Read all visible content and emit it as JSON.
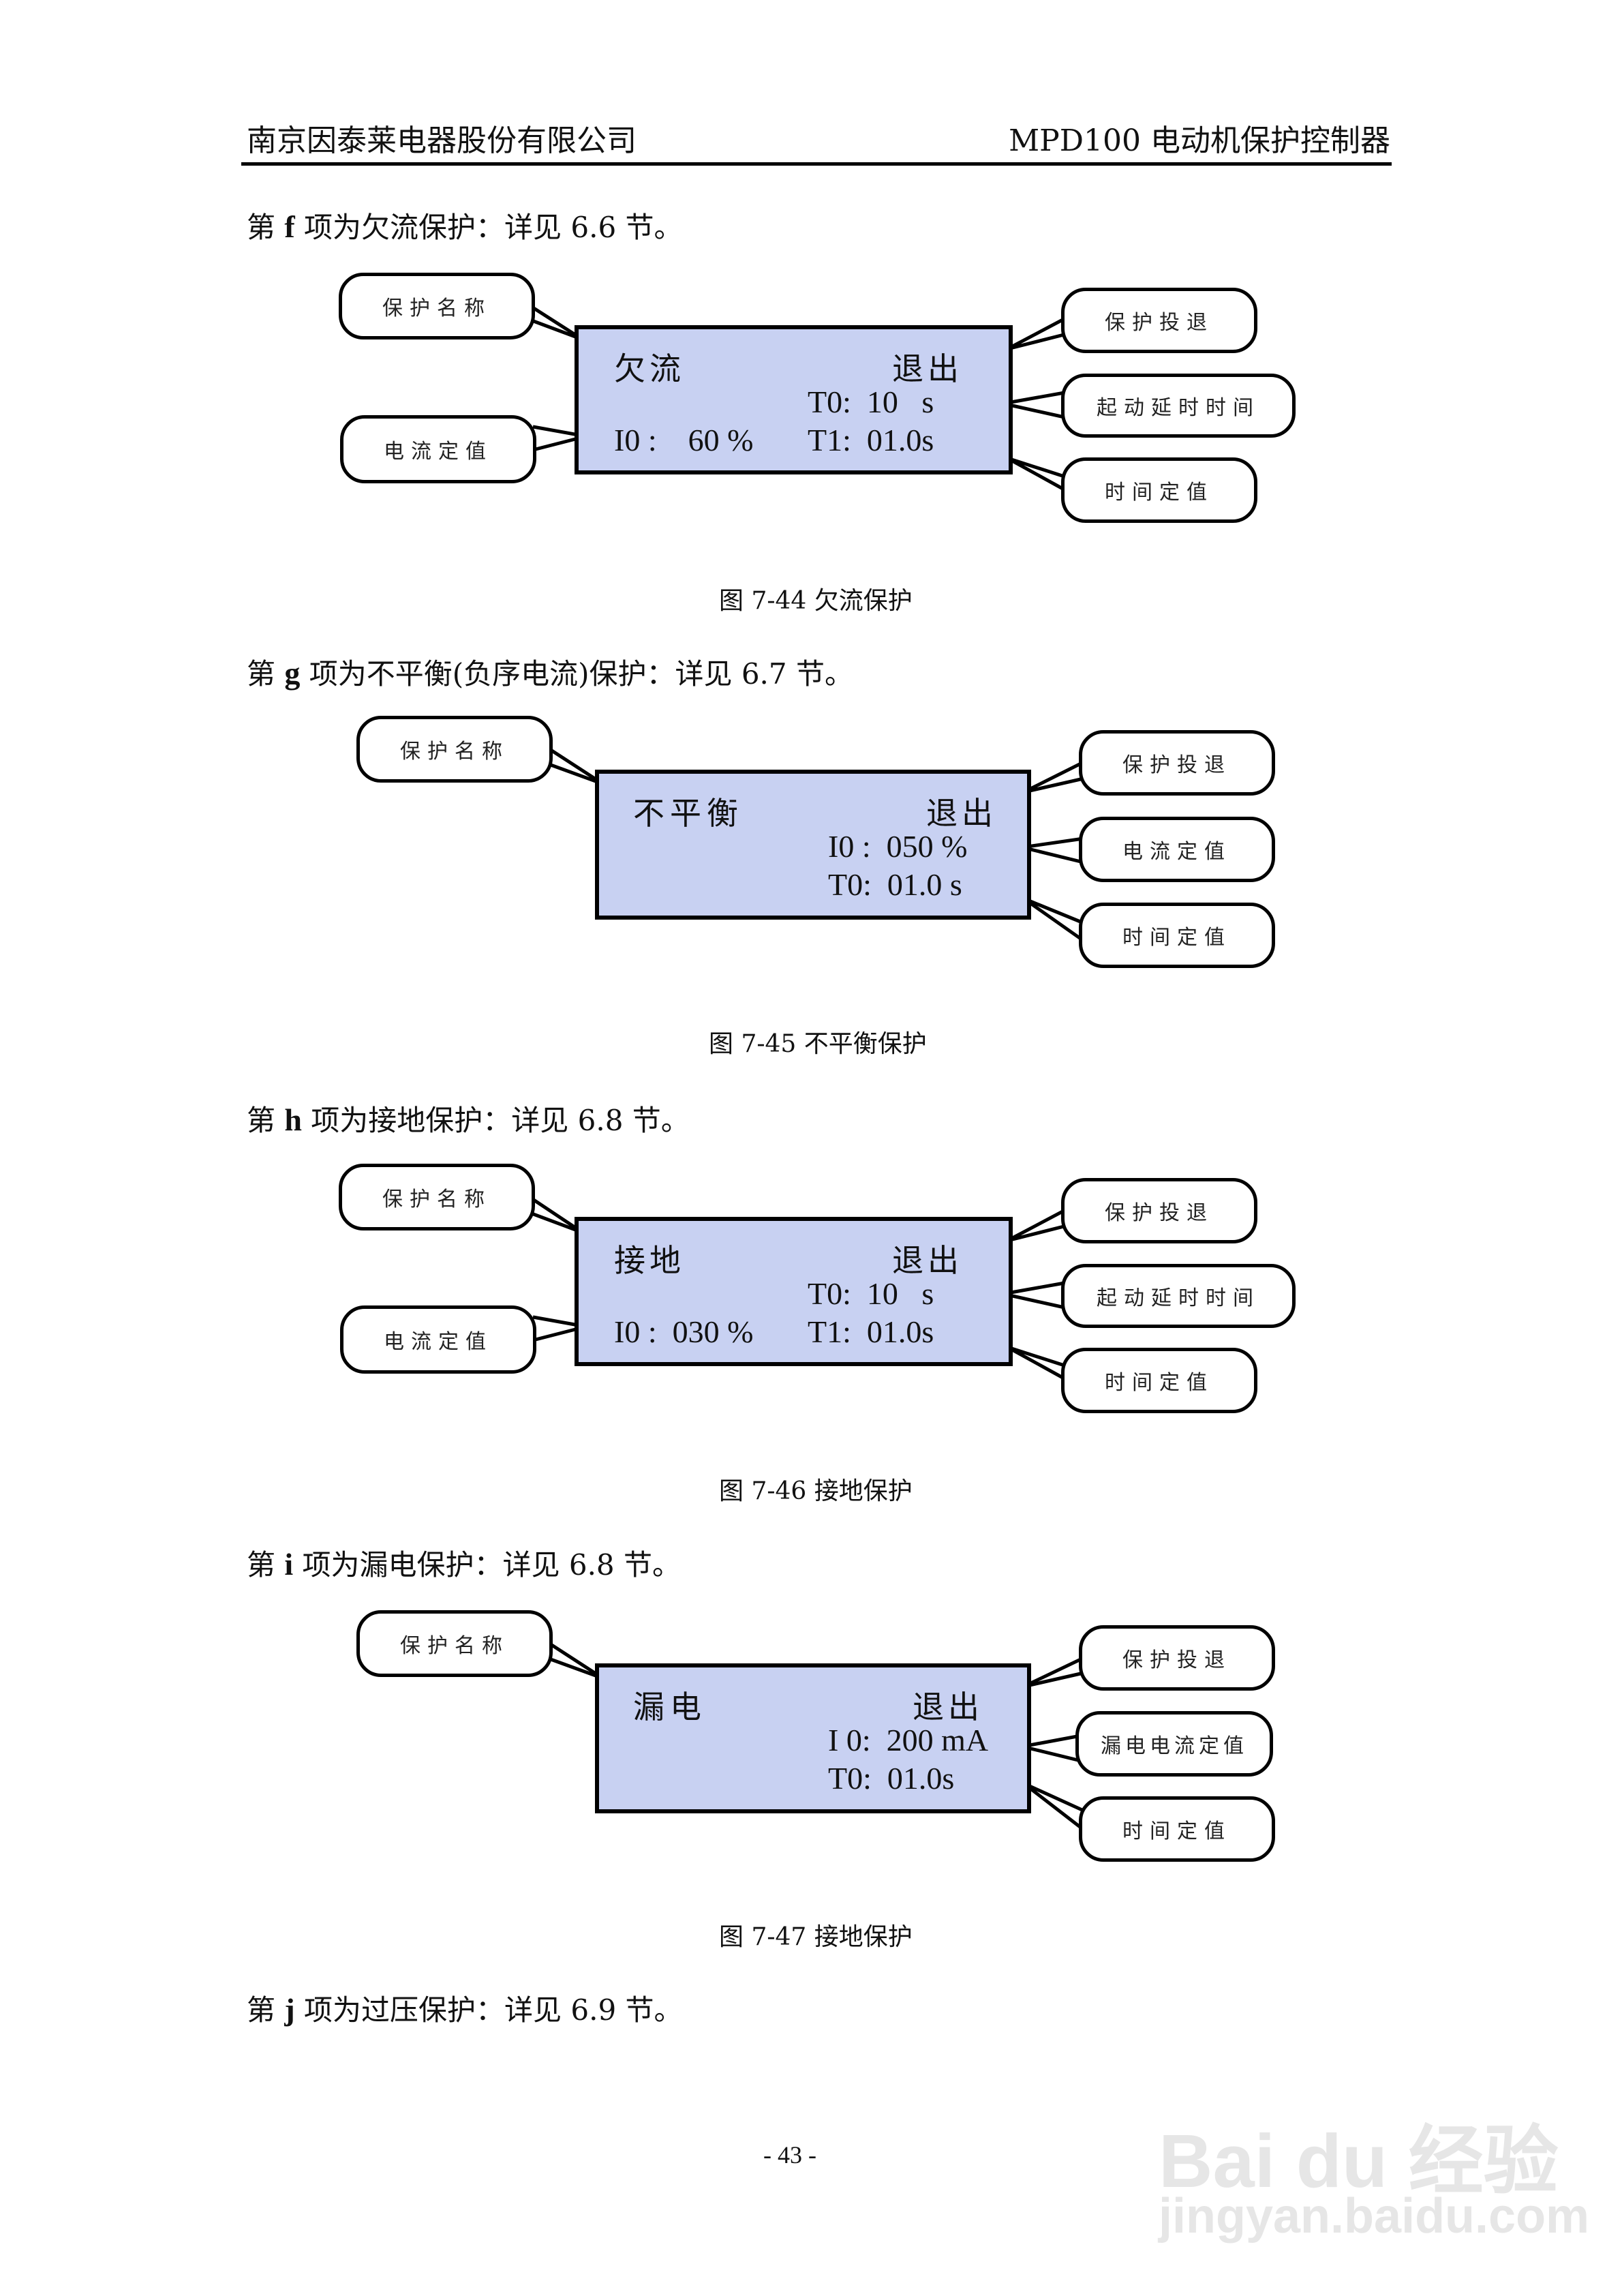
{
  "header": {
    "company": "南京因泰莱电器股份有限公司",
    "product": "MPD100 电动机保护控制器"
  },
  "sections": [
    {
      "intro_prefix": "第 ",
      "item": "f",
      "intro_suffix": " 项为欠流保护：详见 6.6 节。",
      "caption": "图 7-44 欠流保护",
      "lcd": {
        "name": "欠流",
        "status": "退出",
        "line2": "T0:  10   s",
        "line3_left": "I0 :    60 %",
        "line3_right": "T1:  01.0s"
      },
      "callouts": [
        "保护名称",
        "电流定值",
        "保护投退",
        "起动延时时间",
        "时间定值"
      ]
    },
    {
      "intro_prefix": "第 ",
      "item": "g",
      "intro_suffix": " 项为不平衡(负序电流)保护：详见 6.7 节。",
      "caption": "图 7-45 不平衡保护",
      "lcd": {
        "name": "不平衡",
        "status": "退出",
        "line2": "I0 :  050 %",
        "line3": "T0:  01.0 s"
      },
      "callouts": [
        "保护名称",
        "保护投退",
        "电流定值",
        "时间定值"
      ]
    },
    {
      "intro_prefix": "第 ",
      "item": "h",
      "intro_suffix": " 项为接地保护：详见 6.8 节。",
      "caption": "图 7-46 接地保护",
      "lcd": {
        "name": "接地",
        "status": "退出",
        "line2": "T0:  10   s",
        "line3_left": "I0 :  030 %",
        "line3_right": "T1:  01.0s"
      },
      "callouts": [
        "保护名称",
        "电流定值",
        "保护投退",
        "起动延时时间",
        "时间定值"
      ]
    },
    {
      "intro_prefix": "第 ",
      "item": "i",
      "intro_suffix": " 项为漏电保护：详见 6.8 节。",
      "caption": "图 7-47 接地保护",
      "lcd": {
        "name": "漏电",
        "status": "退出",
        "line2": "I 0:  200 mA",
        "line3": "T0:  01.0s"
      },
      "callouts": [
        "保护名称",
        "保护投退",
        "漏电电流定值",
        "时间定值"
      ]
    }
  ],
  "final_paragraph": {
    "intro_prefix": "第 ",
    "item": "j",
    "intro_suffix": " 项为过压保护：详见 6.9 节。"
  },
  "footer": {
    "page_number": "- 43 -"
  },
  "watermark": {
    "logo_text": "Bai du 经验",
    "url": "jingyan.baidu.com"
  },
  "colors": {
    "lcd_background": "#c8d1f2",
    "border": "#000000"
  }
}
